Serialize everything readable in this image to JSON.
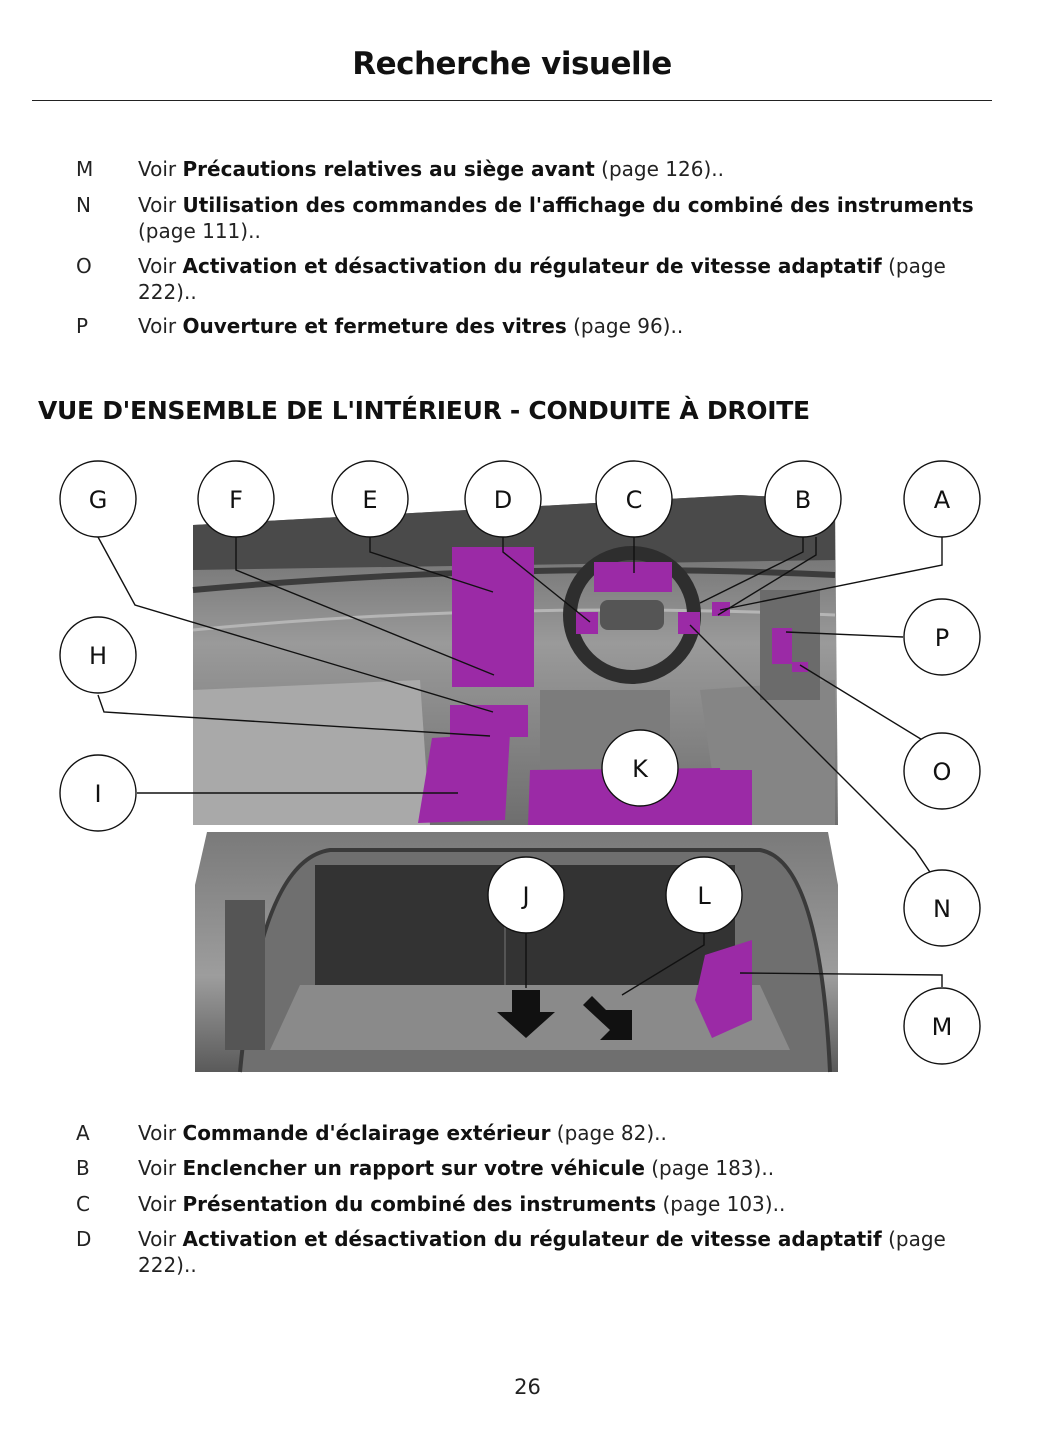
{
  "header": {
    "title": "Recherche visuelle"
  },
  "top_items": [
    {
      "key": "M",
      "prefix": "Voir ",
      "bold": "Précautions relatives au siège avant",
      "suffix": " (page 126).."
    },
    {
      "key": "N",
      "prefix": "Voir ",
      "bold": "Utilisation des commandes de l'affichage du combiné des instruments",
      "suffix": " (page 111).."
    },
    {
      "key": "O",
      "prefix": "Voir ",
      "bold": "Activation et désactivation du régulateur de vitesse adaptatif",
      "suffix": " (page 222).."
    },
    {
      "key": "P",
      "prefix": "Voir ",
      "bold": "Ouverture et fermeture des vitres",
      "suffix": " (page 96).."
    }
  ],
  "section": {
    "heading": "VUE D'ENSEMBLE DE L'INTÉRIEUR - CONDUITE À DROITE"
  },
  "figure": {
    "callouts": [
      "G",
      "F",
      "E",
      "D",
      "C",
      "B",
      "A",
      "H",
      "P",
      "I",
      "K",
      "O",
      "J",
      "L",
      "N",
      "M"
    ],
    "highlight_color": "#9b2aa6",
    "photo_color": "#8d8d8d"
  },
  "bottom_items": [
    {
      "key": "A",
      "prefix": "Voir ",
      "bold": "Commande d'éclairage extérieur",
      "suffix": " (page 82).."
    },
    {
      "key": "B",
      "prefix": "Voir ",
      "bold": "Enclencher un rapport sur votre véhicule",
      "suffix": " (page 183).."
    },
    {
      "key": "C",
      "prefix": "Voir ",
      "bold": "Présentation du combiné des instruments",
      "suffix": " (page 103).."
    },
    {
      "key": "D",
      "prefix": "Voir ",
      "bold": "Activation et désactivation du régulateur de vitesse adaptatif",
      "suffix": " (page 222).."
    }
  ],
  "footer": {
    "page_number": "26"
  }
}
